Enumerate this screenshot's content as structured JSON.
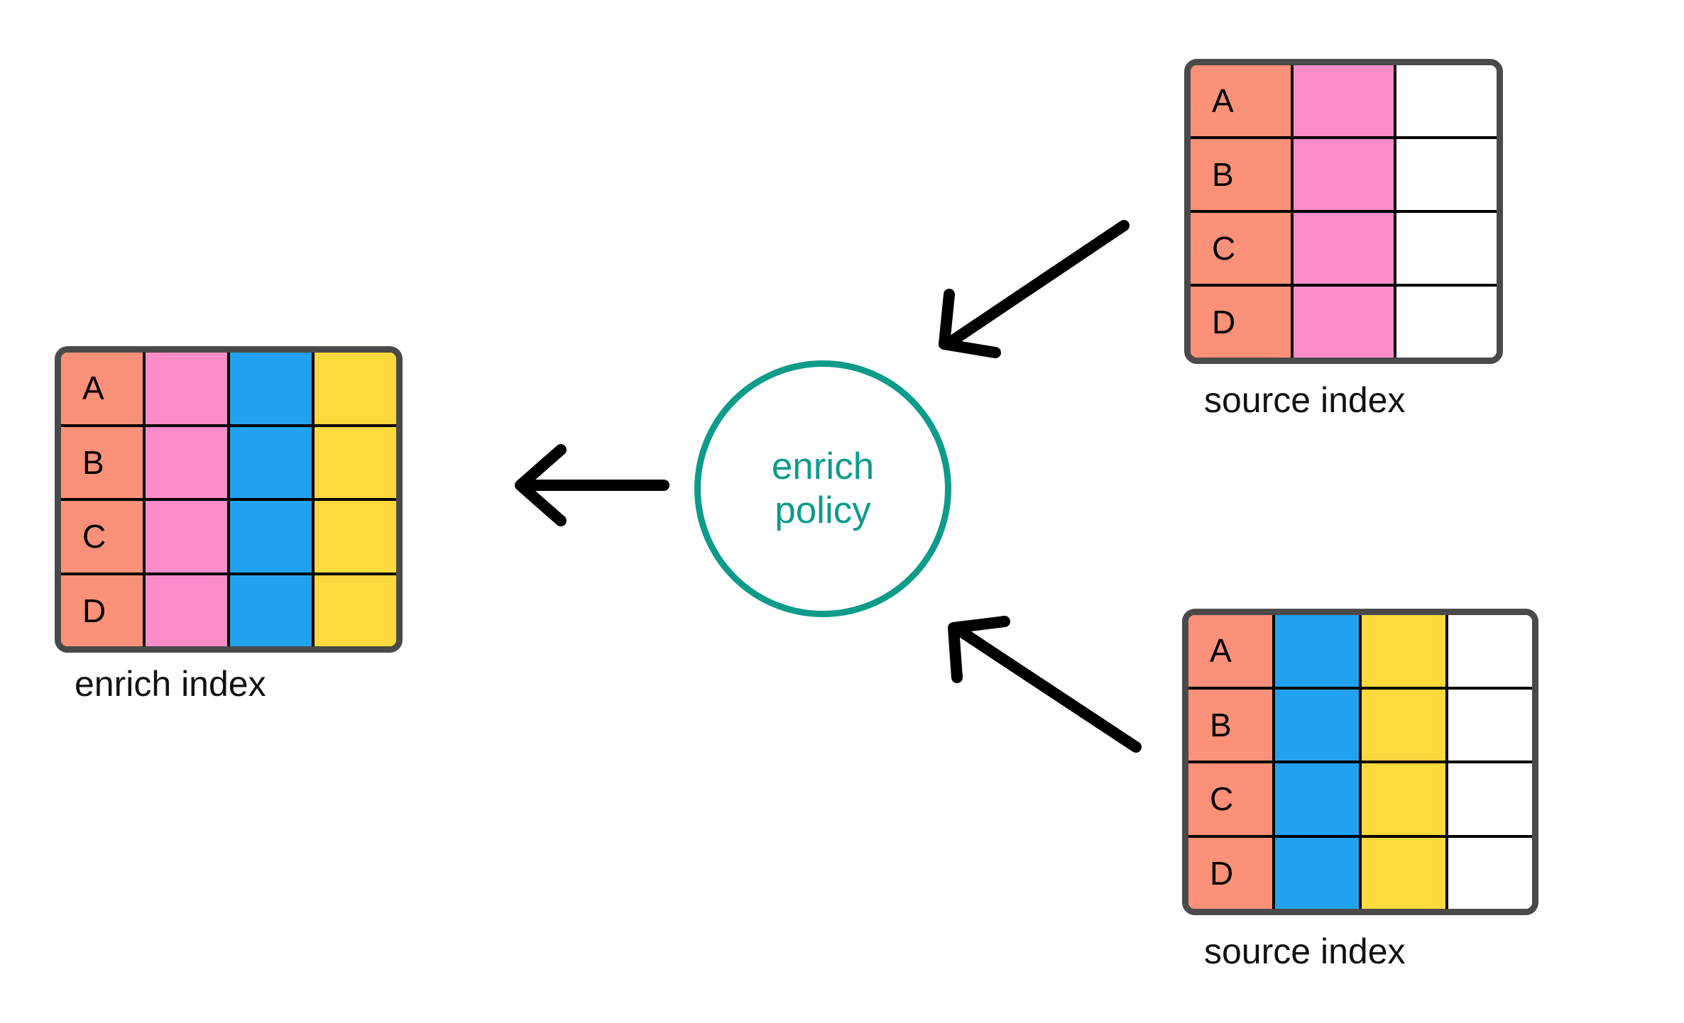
{
  "diagram": {
    "title_concept": "enrich policy",
    "background": "#ffffff"
  },
  "colors": {
    "key_orange": "#FB9179",
    "pink": "#F98CC9",
    "blue": "#21A2EF",
    "yellow": "#FCD93C",
    "empty_white": "#FFFFFF",
    "table_border": "#4A4A4A",
    "cell_border": "#000000",
    "teal_accent": "#0D9B8A",
    "arrow_black": "#000000"
  },
  "enrich_index": {
    "caption": "enrich index",
    "columns": [
      "key",
      "pink",
      "blue",
      "yellow"
    ],
    "column_colors": [
      "#FB9179",
      "#F98CC9",
      "#21A2EF",
      "#FCD93C"
    ],
    "rows": [
      {
        "key": "A",
        "cells": [
          "A",
          "",
          "",
          ""
        ]
      },
      {
        "key": "B",
        "cells": [
          "B",
          "",
          "",
          ""
        ]
      },
      {
        "key": "C",
        "cells": [
          "C",
          "",
          "",
          ""
        ]
      },
      {
        "key": "D",
        "cells": [
          "D",
          "",
          "",
          ""
        ]
      }
    ]
  },
  "source_index_top": {
    "caption": "source index",
    "columns": [
      "key",
      "pink",
      "empty"
    ],
    "column_colors": [
      "#FB9179",
      "#F98CC9",
      "#FFFFFF"
    ],
    "rows": [
      {
        "key": "A",
        "cells": [
          "A",
          "",
          ""
        ]
      },
      {
        "key": "B",
        "cells": [
          "B",
          "",
          ""
        ]
      },
      {
        "key": "C",
        "cells": [
          "C",
          "",
          ""
        ]
      },
      {
        "key": "D",
        "cells": [
          "D",
          "",
          ""
        ]
      }
    ]
  },
  "source_index_bottom": {
    "caption": "source index",
    "columns": [
      "key",
      "blue",
      "yellow",
      "empty"
    ],
    "column_colors": [
      "#FB9179",
      "#21A2EF",
      "#FCD93C",
      "#FFFFFF"
    ],
    "rows": [
      {
        "key": "A",
        "cells": [
          "A",
          "",
          "",
          ""
        ]
      },
      {
        "key": "B",
        "cells": [
          "B",
          "",
          "",
          ""
        ]
      },
      {
        "key": "C",
        "cells": [
          "C",
          "",
          "",
          ""
        ]
      },
      {
        "key": "D",
        "cells": [
          "D",
          "",
          "",
          ""
        ]
      }
    ]
  },
  "policy_node": {
    "line1": "enrich",
    "line2": "policy"
  },
  "arrows": [
    {
      "name": "arrow-top-source-to-policy",
      "from": "source_index_top",
      "to": "policy_node",
      "direction": "down-left"
    },
    {
      "name": "arrow-bottom-source-to-policy",
      "from": "source_index_bottom",
      "to": "policy_node",
      "direction": "up-left"
    },
    {
      "name": "arrow-policy-to-enrich-index",
      "from": "policy_node",
      "to": "enrich_index",
      "direction": "left"
    }
  ]
}
